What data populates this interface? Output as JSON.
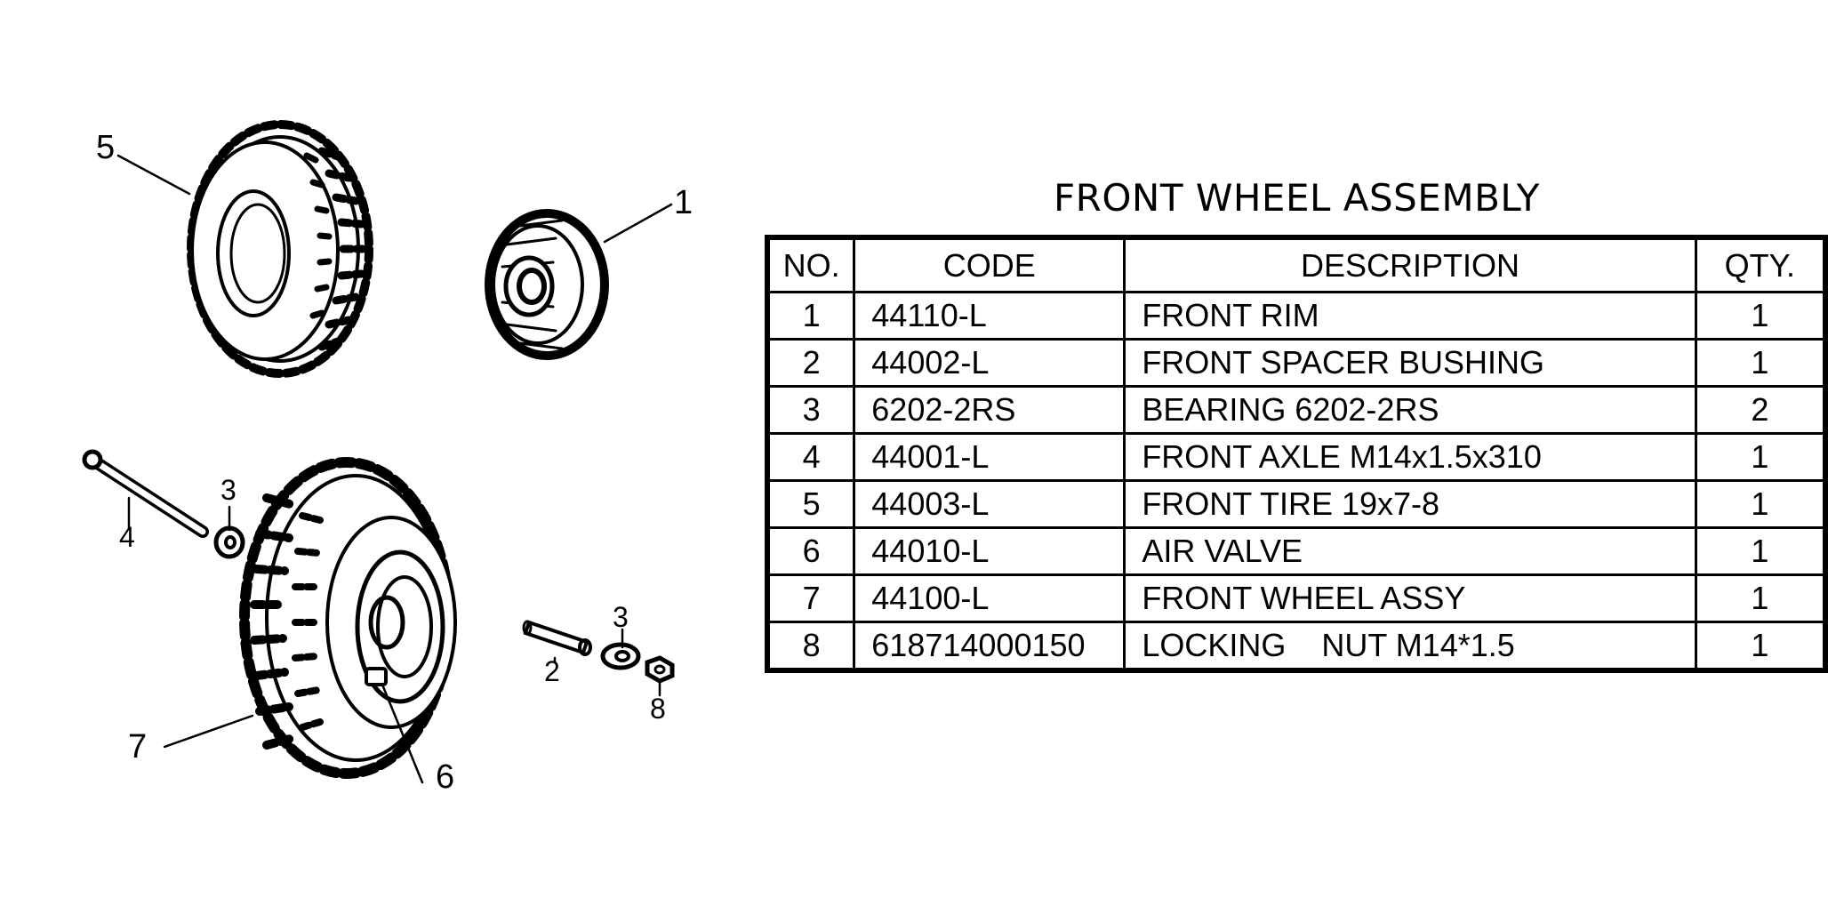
{
  "title": "FRONT WHEEL ASSEMBLY",
  "table": {
    "headers": {
      "no": "NO.",
      "code": "CODE",
      "description": "DESCRIPTION",
      "qty": "QTY."
    },
    "rows": [
      {
        "no": "1",
        "code": "44110-L",
        "description": "FRONT RIM",
        "qty": "1"
      },
      {
        "no": "2",
        "code": "44002-L",
        "description": "FRONT SPACER BUSHING",
        "qty": "1"
      },
      {
        "no": "3",
        "code": "6202-2RS",
        "description": "BEARING 6202-2RS",
        "qty": "2"
      },
      {
        "no": "4",
        "code": "44001-L",
        "description": "FRONT AXLE M14x1.5x310",
        "qty": "1"
      },
      {
        "no": "5",
        "code": "44003-L",
        "description": "FRONT TIRE 19x7-8",
        "qty": "1"
      },
      {
        "no": "6",
        "code": "44010-L",
        "description": "AIR VALVE",
        "qty": "1"
      },
      {
        "no": "7",
        "code": "44100-L",
        "description": "FRONT WHEEL ASSY",
        "qty": "1"
      },
      {
        "no": "8",
        "code": "618714000150",
        "description": "LOCKING    NUT M14*1.5",
        "qty": "1"
      }
    ]
  },
  "diagram": {
    "callouts": {
      "c1": "1",
      "c2": "2",
      "c3a": "3",
      "c3b": "3",
      "c4": "4",
      "c5": "5",
      "c6": "6",
      "c7": "7",
      "c8": "8"
    }
  }
}
